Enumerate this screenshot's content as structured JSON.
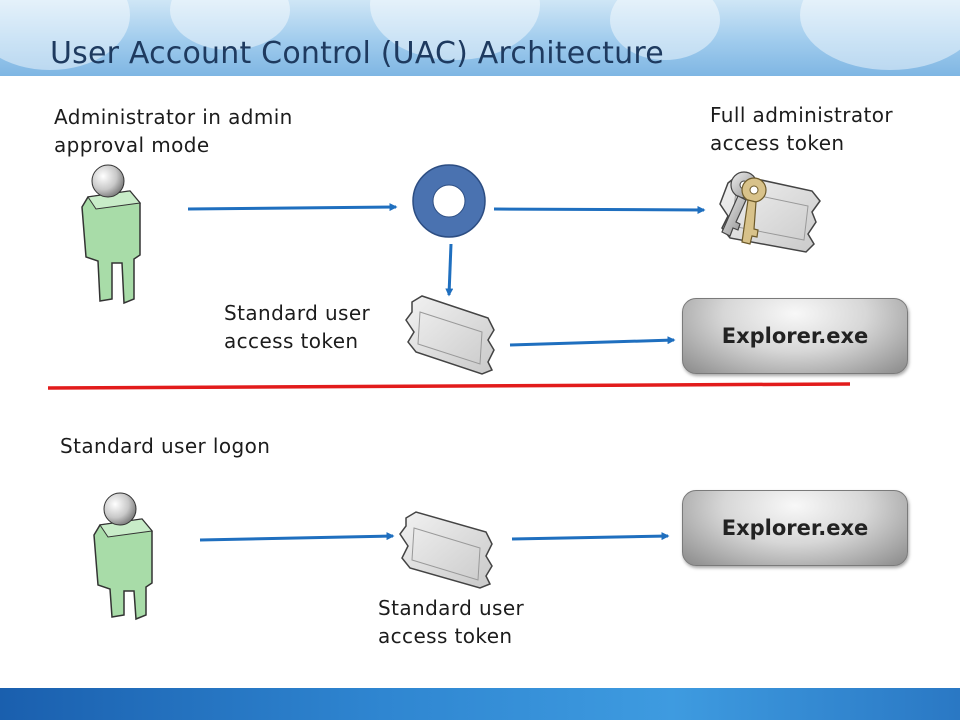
{
  "title": "User Account Control (UAC) Architecture",
  "labels": {
    "admin_user_line1": "Administrator in admin",
    "admin_user_line2": "approval mode",
    "full_token_line1": "Full administrator",
    "full_token_line2": "access token",
    "std_token_top_line1": "Standard user",
    "std_token_top_line2": "access token",
    "std_logon": "Standard user logon",
    "std_token_bottom_line1": "Standard user",
    "std_token_bottom_line2": "access token"
  },
  "processes": {
    "explorer_top": "Explorer.exe",
    "explorer_bottom": "Explorer.exe"
  },
  "colors": {
    "arrow": "#1f6fbf",
    "divider": "#e21b1b",
    "person_body": "#a8dca8",
    "ring": "#4a72b0"
  }
}
